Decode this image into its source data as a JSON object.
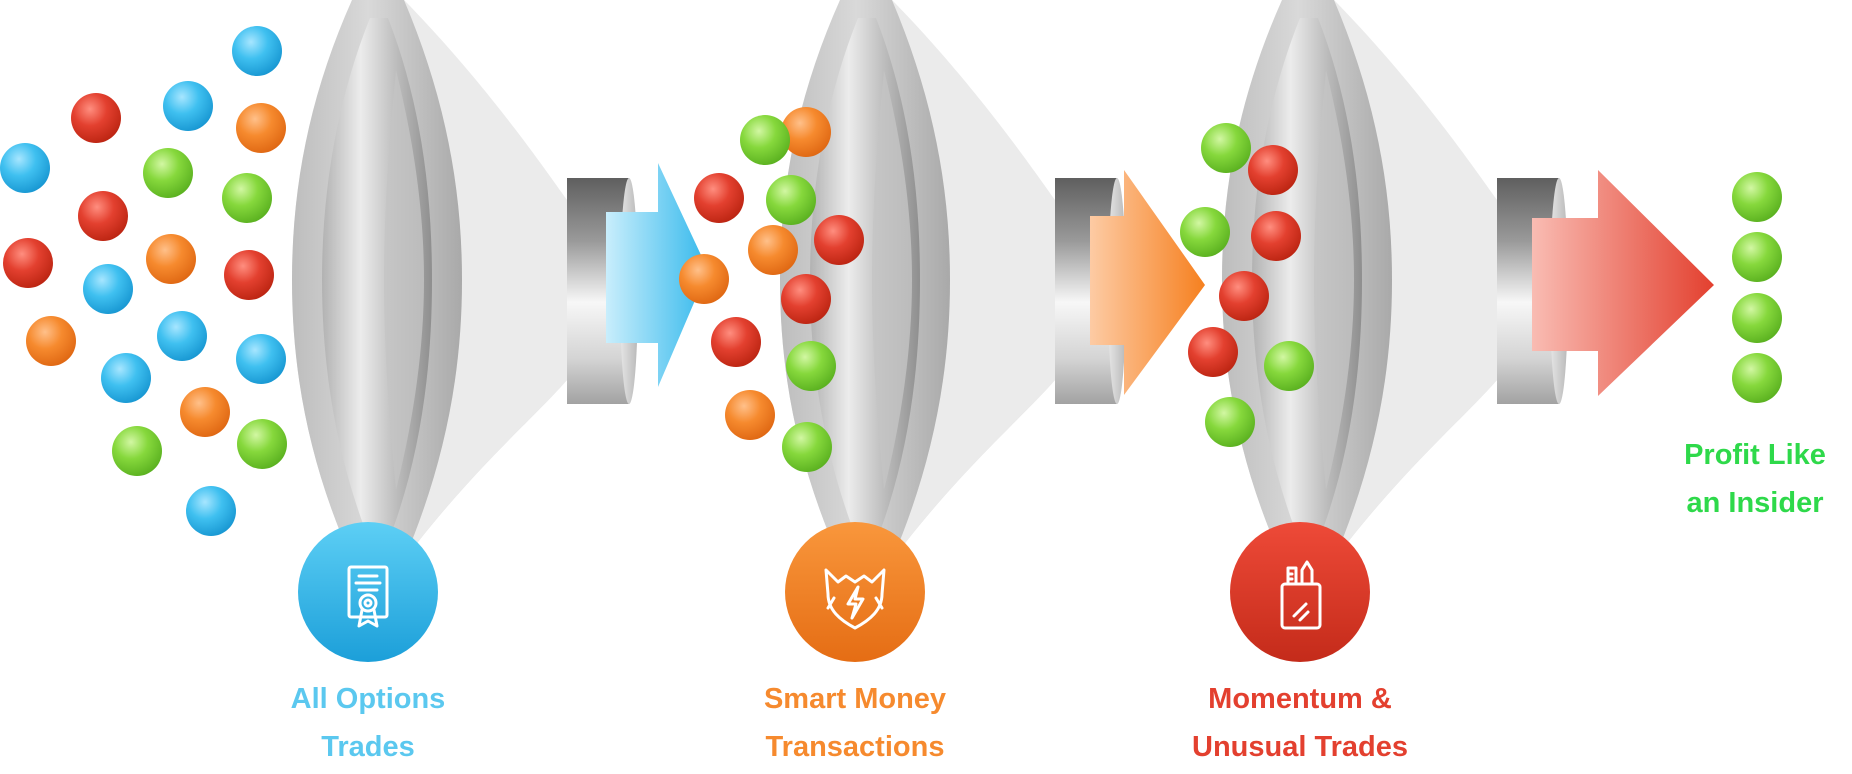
{
  "diagram": {
    "stages": [
      {
        "line1": "All Options",
        "line2": "Trades",
        "color": "#5bc8ef",
        "icon": "certificate-icon"
      },
      {
        "line1": "Smart Money",
        "line2": "Transactions",
        "color": "#f68a2e",
        "icon": "shield-lightning-icon"
      },
      {
        "line1": "Momentum &",
        "line2": "Unusual Trades",
        "color": "#e3402f",
        "icon": "pencil-cup-icon"
      }
    ],
    "result": {
      "line1": "Profit Like",
      "line2": "an Insider",
      "color": "#2ed94a"
    },
    "colors": {
      "blue": "#3cb6ea",
      "orange": "#f48424",
      "red": "#e23a26",
      "green": "#7fd437",
      "funnel": "#d6d6d6"
    }
  }
}
